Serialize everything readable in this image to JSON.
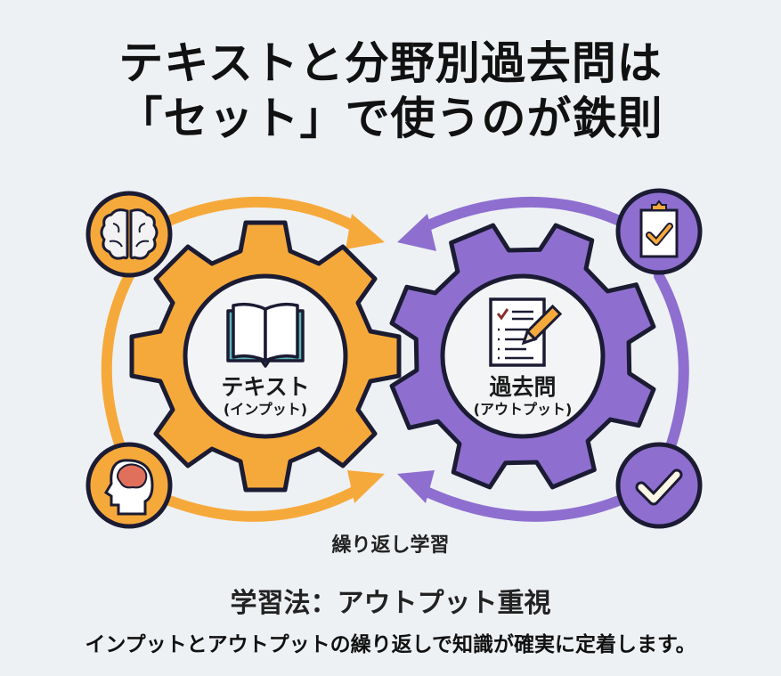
{
  "title": {
    "line1": "テキストと分野別過去問は",
    "line2": "「セット」で使うのが鉄則"
  },
  "gears": {
    "input": {
      "label": "テキスト",
      "sublabel": "(インプット)",
      "icon": "open-book-icon",
      "color": "#F6A93B"
    },
    "output": {
      "label": "過去問",
      "sublabel": "(アウトプット)",
      "icon": "checklist-pencil-icon",
      "color": "#8E6FCF"
    }
  },
  "side_icons": {
    "top_left": "brain-icon",
    "bottom_left": "head-brain-icon",
    "top_right": "clipboard-check-icon",
    "bottom_right": "checkmark-icon"
  },
  "cycle_label": "繰り返し学習",
  "method": {
    "title": "学習法：アウトプット重視",
    "description": "インプットとアウトプットの繰り返しで知識が確実に定着します。"
  },
  "colors": {
    "orange": "#F6A93B",
    "purple": "#8E6FCF",
    "outline": "#1B1B33",
    "background": "#EEF1F4"
  }
}
